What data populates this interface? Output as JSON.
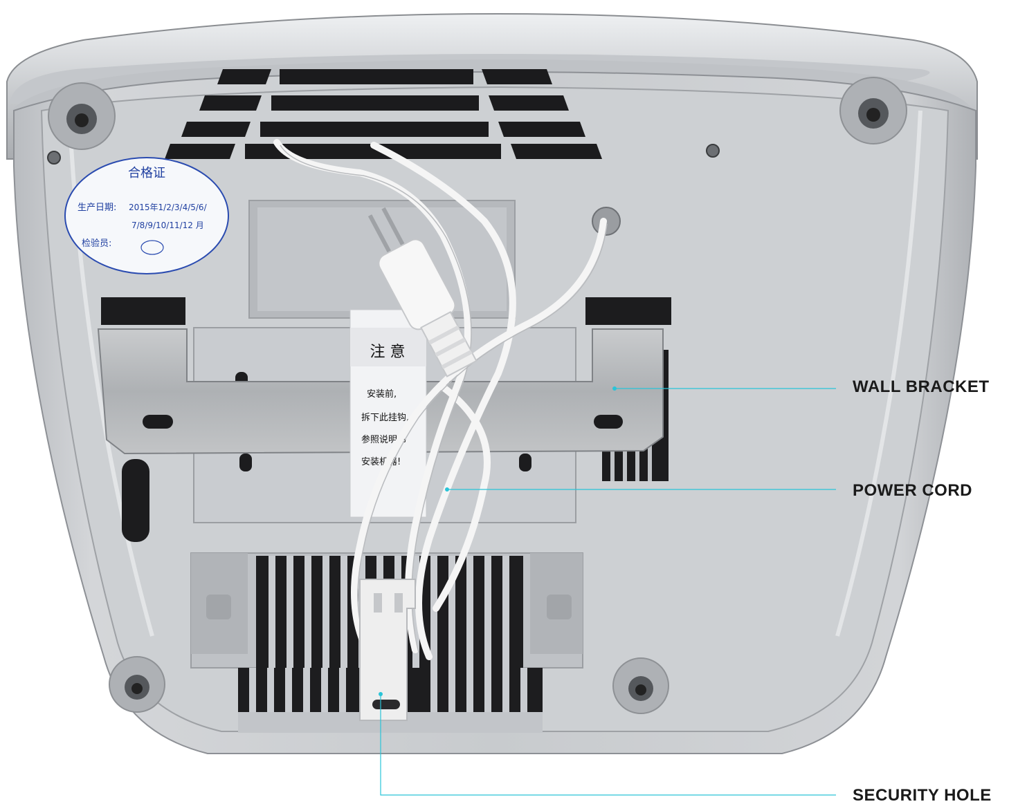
{
  "callouts": {
    "wall_bracket": "WALL BRACKET",
    "power_cord": "POWER CORD",
    "security_hole": "SECURITY HOLE"
  },
  "certificate_sticker": {
    "title": "合格证",
    "production_date_label": "生产日期:",
    "production_date_line1": "2015年1/2/3/4/5/6/",
    "production_date_line2": "7/8/9/10/11/12 月",
    "inspector_label": "检验员:"
  },
  "warning_label": {
    "title": "注 意",
    "lines": [
      "安装前,",
      "拆下此挂钩,",
      "参照说明书",
      "安装机器!"
    ]
  },
  "colors": {
    "housing": "#c9ccd0",
    "housing_dark": "#8d9095",
    "bracket": "#b5b8bb",
    "cord": "#f4f4f4",
    "leader_line": "#29c4d8",
    "sticker_ink": "#1f3fa0"
  }
}
